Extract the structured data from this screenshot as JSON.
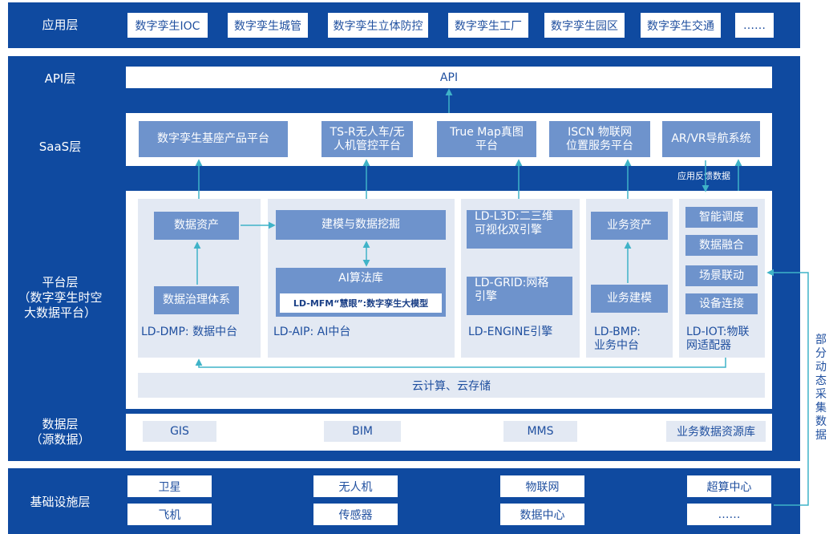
{
  "layers": {
    "application": "应用层",
    "api": "API层",
    "saas": "SaaS层",
    "platform_line1": "平台层",
    "platform_line2": "（数字孪生时空",
    "platform_line3": "大数据平台）",
    "data_line1": "数据层",
    "data_line2": "（源数据）",
    "infrastructure": "基础设施层"
  },
  "application_items": [
    "数字孪生IOC",
    "数字孪生城管",
    "数字孪生立体防控",
    "数字孪生工厂",
    "数字孪生园区",
    "数字孪生交通",
    "……"
  ],
  "api_bar": "API",
  "saas_items": [
    {
      "line1": "数字孪生基座产品平台",
      "line2": ""
    },
    {
      "line1": "TS-R无人车/无",
      "line2": "人机管控平台"
    },
    {
      "line1": "True Map真图",
      "line2": "平台"
    },
    {
      "line1": "ISCN 物联网",
      "line2": "位置服务平台"
    },
    {
      "line1": "AR/VR导航系统",
      "line2": ""
    }
  ],
  "feedback_label": "应用反馈数据",
  "platform": {
    "dmp": {
      "top": "数据资产",
      "bottom": "数据治理体系",
      "title": "LD-DMP: 数据中台"
    },
    "aip": {
      "top": "建模与数据挖掘",
      "algo": "AI算法库",
      "model": "LD-MFM“慧眼”:数字孪生大模型",
      "title": "LD-AIP: AI中台"
    },
    "engine": {
      "l3d_line1": "LD-L3D:二三维",
      "l3d_line2": "可视化双引擎",
      "grid_line1": "LD-GRID:网格",
      "grid_line2": "引擎",
      "title": "LD-ENGINE引擎"
    },
    "bmp": {
      "top": "业务资产",
      "bottom": "业务建模",
      "title_line1": "LD-BMP:",
      "title_line2": "业务中台"
    },
    "iot": {
      "items": [
        "智能调度",
        "数据融合",
        "场景联动",
        "设备连接"
      ],
      "title_line1": "LD-IOT:物联",
      "title_line2": "网适配器"
    },
    "cloud": "云计算、云存储"
  },
  "data_items": [
    "GIS",
    "BIM",
    "MMS",
    "业务数据资源库"
  ],
  "infra_row1": [
    "卫星",
    "无人机",
    "物联网",
    "超算中心"
  ],
  "infra_row2": [
    "飞机",
    "传感器",
    "数据中心",
    "……"
  ],
  "side_note": [
    "部",
    "分",
    "动",
    "态",
    "采",
    "集",
    "数",
    "据"
  ],
  "colors": {
    "band": "#0f4aa0",
    "box": "#6e93cc",
    "panel_gray": "#e3e9f3",
    "arrow": "#3fb3c8",
    "text": "#1f4f9f"
  }
}
